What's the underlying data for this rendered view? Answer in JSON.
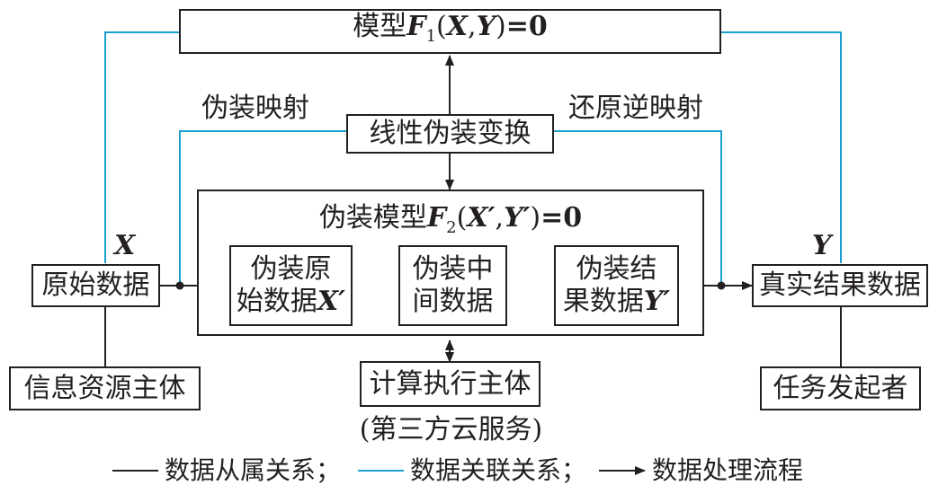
{
  "model_top": {
    "prefix": "模型",
    "F": "F",
    "sub": "1",
    "open": "(",
    "X": "X",
    "comma": ",",
    "Y": "Y",
    "close": ")",
    "eq": "=0"
  },
  "linear_transform": "线性伪装变换",
  "mapping_left": "伪装映射",
  "mapping_right": "还原逆映射",
  "disguise_model": {
    "prefix": "伪装模型",
    "F": "F",
    "sub": "2",
    "open": "(",
    "X": "X′",
    "comma": ",",
    "Y": "Y′",
    "close": ")",
    "eq": "=0"
  },
  "var_x": "X",
  "var_y": "Y",
  "original_data": "原始数据",
  "real_result": "真实结果数据",
  "step1": {
    "line1": "伪装原",
    "line2": "始数据",
    "var": "X′"
  },
  "step2": {
    "line1": "伪装中",
    "line2": "间数据"
  },
  "step3": {
    "line1": "伪装结",
    "line2": "果数据",
    "var": "Y′"
  },
  "info_owner": "信息资源主体",
  "compute_executor": "计算执行主体",
  "cloud_service": "(第三方云服务)",
  "task_initiator": "任务发起者",
  "legend": {
    "ownership": "数据从属关系；",
    "association": "数据关联关系；",
    "flow": "数据处理流程"
  },
  "colors": {
    "black": "#231f20",
    "cyan": "#1a9fd0"
  }
}
